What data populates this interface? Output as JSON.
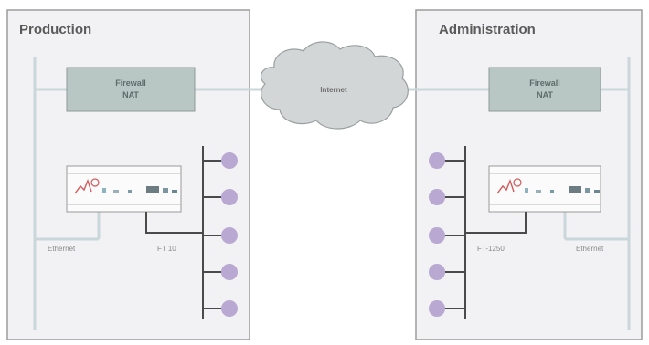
{
  "panels": {
    "left": {
      "title": "Production"
    },
    "right": {
      "title": "Administration"
    }
  },
  "boxes": {
    "left_firewall": {
      "line1": "Firewall",
      "line2": "NAT"
    },
    "right_firewall": {
      "line1": "Firewall",
      "line2": "NAT"
    }
  },
  "cloud": {
    "label": "Internet"
  },
  "labels": {
    "left_network": "Ethernet",
    "left_bus": "FT 10",
    "right_bus": "FT-1250",
    "right_network": "Ethernet"
  },
  "colors": {
    "panel_fill": "#f2f2f4",
    "panel_border": "#9c9c9c",
    "network_line": "#c9d7da",
    "firewall_fill": "#b9c7c4",
    "node_fill": "#b8a8d2",
    "bus_line": "#4a4a4a",
    "cloud_fill": "#d3d6d6"
  }
}
